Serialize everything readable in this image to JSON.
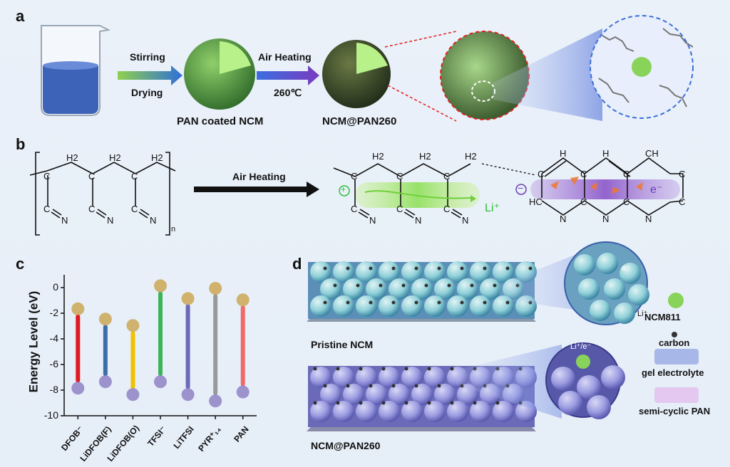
{
  "panels": {
    "a": "a",
    "b": "b",
    "c": "c",
    "d": "d"
  },
  "panel_a": {
    "step1_top": "Stirring",
    "step1_bottom": "Drying",
    "label_coated": "PAN coated NCM",
    "step2_top": "Air Heating",
    "step2_bottom": "260℃",
    "label_product": "NCM@PAN260"
  },
  "panel_b": {
    "arrow_label": "Air Heating",
    "subscript_n": "n",
    "li_ion": "Li⁺",
    "electron": "e⁻",
    "plus_sign": "+",
    "minus_sign": "−",
    "atoms": {
      "h2": "H2",
      "c": "C",
      "n": "N",
      "h": "H",
      "hc": "HC",
      "ch": "CH"
    }
  },
  "panel_d": {
    "label_top": "Pristine NCM",
    "label_bottom": "NCM@PAN260",
    "zoom_top_label": "e⁻",
    "zoom_top_li": "Li⁺",
    "zoom_bottom_label": "Li⁺/e⁻",
    "legend": [
      {
        "label": "NCM811",
        "color": "#8ad35a"
      },
      {
        "label": "carbon",
        "color": "#333333"
      },
      {
        "label": "gel electrolyte",
        "color": "#a7b8e8"
      },
      {
        "label": "semi-cyclic PAN",
        "color": "#e4c8ef"
      }
    ]
  },
  "chart_data": {
    "type": "bar",
    "ylabel": "Energy Level (eV)",
    "ylim": [
      -10,
      1
    ],
    "yticks": [
      0,
      -2,
      -4,
      -6,
      -8,
      -10
    ],
    "categories": [
      "DFOB⁻",
      "LiDFOB(F)",
      "LiDFOB(O)",
      "TFSI⁻",
      "LiTFSI",
      "PYR⁺₁₄",
      "PAN"
    ],
    "lumo": [
      -2.1,
      -2.9,
      -3.4,
      -0.3,
      -1.3,
      -0.5,
      -1.4
    ],
    "homo": [
      -7.4,
      -6.9,
      -7.9,
      -6.9,
      -7.9,
      -8.4,
      -7.7
    ],
    "colors": [
      "#e01b24",
      "#3a6ea8",
      "#f2c200",
      "#3cb55a",
      "#6a6ab8",
      "#9a9a9a",
      "#f06a6a"
    ]
  }
}
